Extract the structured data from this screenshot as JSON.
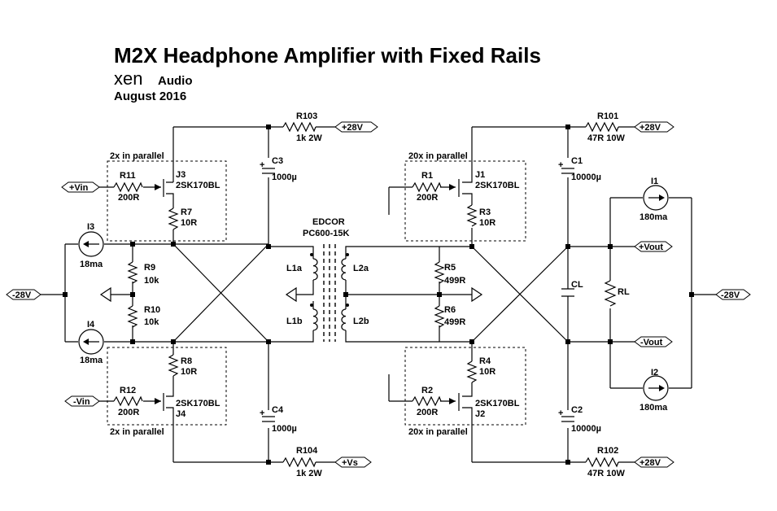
{
  "header": {
    "title": "M2X Headphone Amplifier with Fixed Rails",
    "brand_prefix": "xen",
    "brand_suffix": "Audio",
    "date": "August 2016"
  },
  "transformer": {
    "make": "EDCOR",
    "model": "PC600-15K"
  },
  "parallel_notes": {
    "left_top": "2x in parallel",
    "left_bottom": "2x in parallel",
    "right_top": "20x in parallel",
    "right_bottom": "20x in parallel"
  },
  "ports": {
    "r103_rail": "+28V",
    "r104_rail": "+Vs",
    "r101_rail": "+28V",
    "r102_rail": "+28V",
    "vin_plus": "+Vin",
    "vin_minus": "-Vin",
    "left_neg": "-28V",
    "right_neg": "-28V",
    "vout_plus": "+Vout",
    "vout_minus": "-Vout"
  },
  "components": {
    "R103": {
      "name": "R103",
      "value": "1k 2W"
    },
    "R104": {
      "name": "R104",
      "value": "1k 2W"
    },
    "R101": {
      "name": "R101",
      "value": "47R 10W"
    },
    "R102": {
      "name": "R102",
      "value": "47R 10W"
    },
    "C3": {
      "name": "C3",
      "value": "1000µ"
    },
    "C4": {
      "name": "C4",
      "value": "1000µ"
    },
    "C1": {
      "name": "C1",
      "value": "10000µ"
    },
    "C2": {
      "name": "C2",
      "value": "10000µ"
    },
    "CL": {
      "name": "CL"
    },
    "RL": {
      "name": "RL"
    },
    "R11": {
      "name": "R11",
      "value": "200R"
    },
    "R12": {
      "name": "R12",
      "value": "200R"
    },
    "R1": {
      "name": "R1",
      "value": "200R"
    },
    "R2": {
      "name": "R2",
      "value": "200R"
    },
    "R7": {
      "name": "R7",
      "value": "10R"
    },
    "R8": {
      "name": "R8",
      "value": "10R"
    },
    "R3": {
      "name": "R3",
      "value": "10R"
    },
    "R4": {
      "name": "R4",
      "value": "10R"
    },
    "R9": {
      "name": "R9",
      "value": "10k"
    },
    "R10": {
      "name": "R10",
      "value": "10k"
    },
    "R5": {
      "name": "R5",
      "value": "499R"
    },
    "R6": {
      "name": "R6",
      "value": "499R"
    },
    "J3": {
      "name": "J3",
      "part": "2SK170BL"
    },
    "J4": {
      "name": "J4",
      "part": "2SK170BL"
    },
    "J1": {
      "name": "J1",
      "part": "2SK170BL"
    },
    "J2": {
      "name": "J2",
      "part": "2SK170BL"
    },
    "I3": {
      "name": "I3",
      "value": "18ma"
    },
    "I4": {
      "name": "I4",
      "value": "18ma"
    },
    "I1": {
      "name": "I1",
      "value": "180ma"
    },
    "I2": {
      "name": "I2",
      "value": "180ma"
    },
    "L1a": {
      "name": "L1a"
    },
    "L1b": {
      "name": "L1b"
    },
    "L2a": {
      "name": "L2a"
    },
    "L2b": {
      "name": "L2b"
    }
  }
}
